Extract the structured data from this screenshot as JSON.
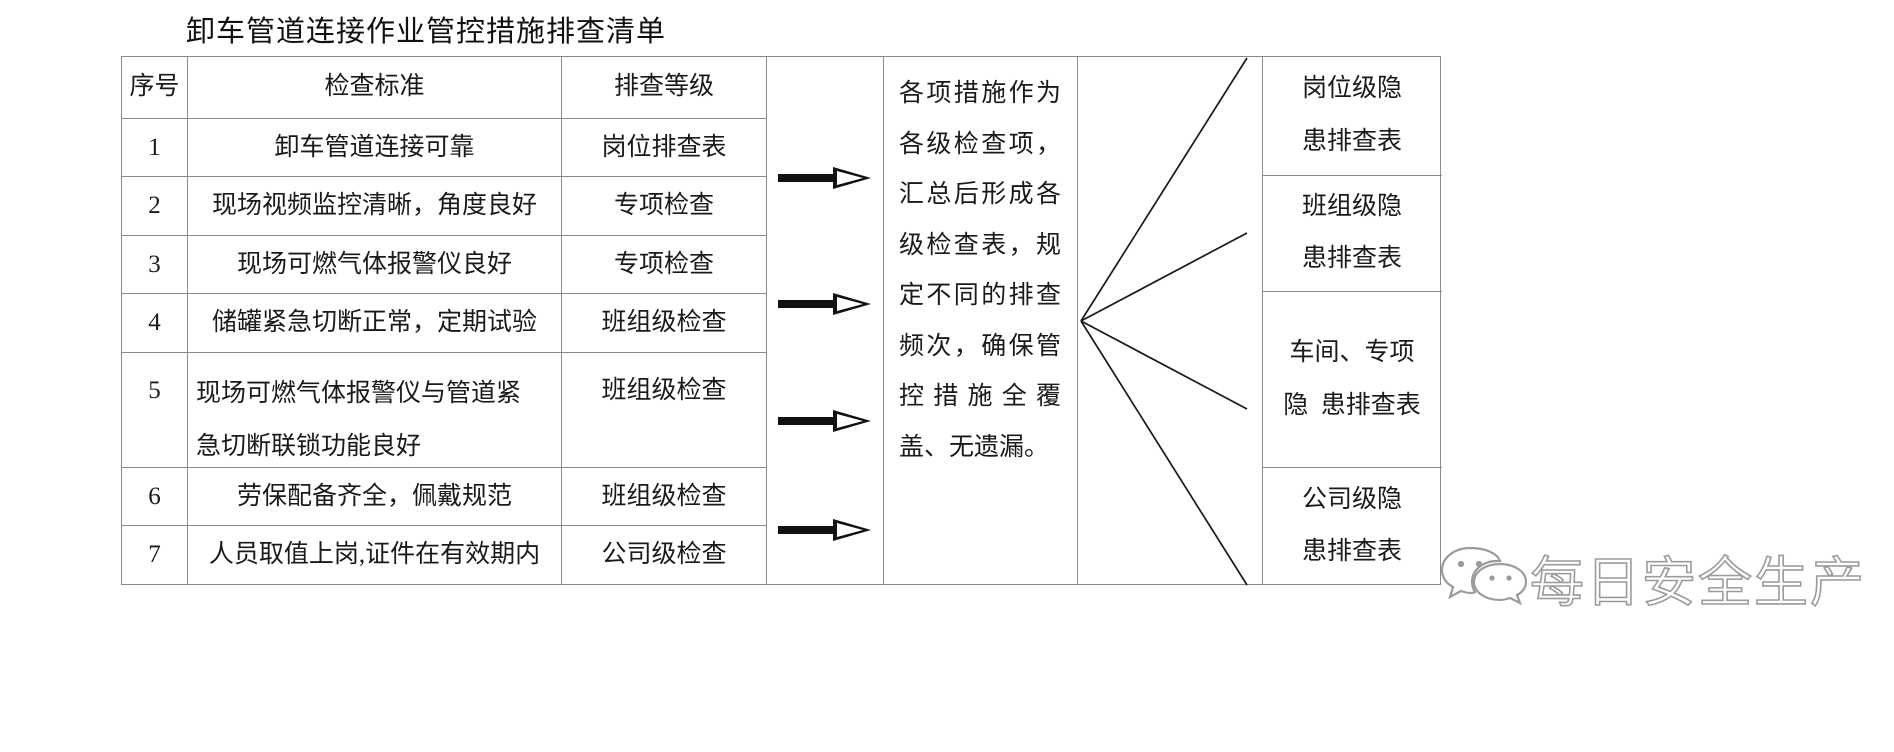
{
  "document": {
    "title": "卸车管道连接作业管控措施排查清单"
  },
  "table": {
    "headers": {
      "no": "序号",
      "standard": "检查标准",
      "level": "排查等级"
    },
    "rows": [
      {
        "no": "1",
        "standard": "卸车管道连接可靠",
        "standard_line2": "",
        "level": "岗位排查表"
      },
      {
        "no": "2",
        "standard": "现场视频监控清晰，角度良好",
        "standard_line2": "",
        "level": "专项检查"
      },
      {
        "no": "3",
        "standard": "现场可燃气体报警仪良好",
        "standard_line2": "",
        "level": "专项检查"
      },
      {
        "no": "4",
        "standard": "储罐紧急切断正常，定期试验",
        "standard_line2": "",
        "level": "班组级检查"
      },
      {
        "no": "5",
        "standard": "现场可燃气体报警仪与管道紧",
        "standard_line2": "急切断联锁功能良好",
        "level": "班组级检查"
      },
      {
        "no": "6",
        "standard": "劳保配备齐全，佩戴规范",
        "standard_line2": "",
        "level": "班组级检查"
      },
      {
        "no": "7",
        "standard": "人员取值上岗,证件在有效期内",
        "standard_line2": "",
        "level": "公司级检查"
      }
    ]
  },
  "arrows": {
    "count": 4,
    "icon": "right-arrow-icon"
  },
  "summary": {
    "text": "各项措施作为各级检查项，汇总后形成各级检查表，规定不同的排查频次，确保管控措施全覆盖、无遗漏。"
  },
  "outputs": [
    {
      "line1": "岗位级隐",
      "line2": "患排查表"
    },
    {
      "line1": "班组级隐",
      "line2": "患排查表"
    },
    {
      "line1": "车间、专项",
      "line2": "隐  患排查表"
    },
    {
      "line1": "公司级隐",
      "line2": "患排查表"
    }
  ],
  "watermark": {
    "text": "每日安全生产",
    "logo": "wechat-logo-icon"
  },
  "colors": {
    "border": "#8a8a8a",
    "text": "#1a1a1a",
    "arrow": "#111111",
    "watermark": "#9b9b9b",
    "background": "#ffffff"
  }
}
